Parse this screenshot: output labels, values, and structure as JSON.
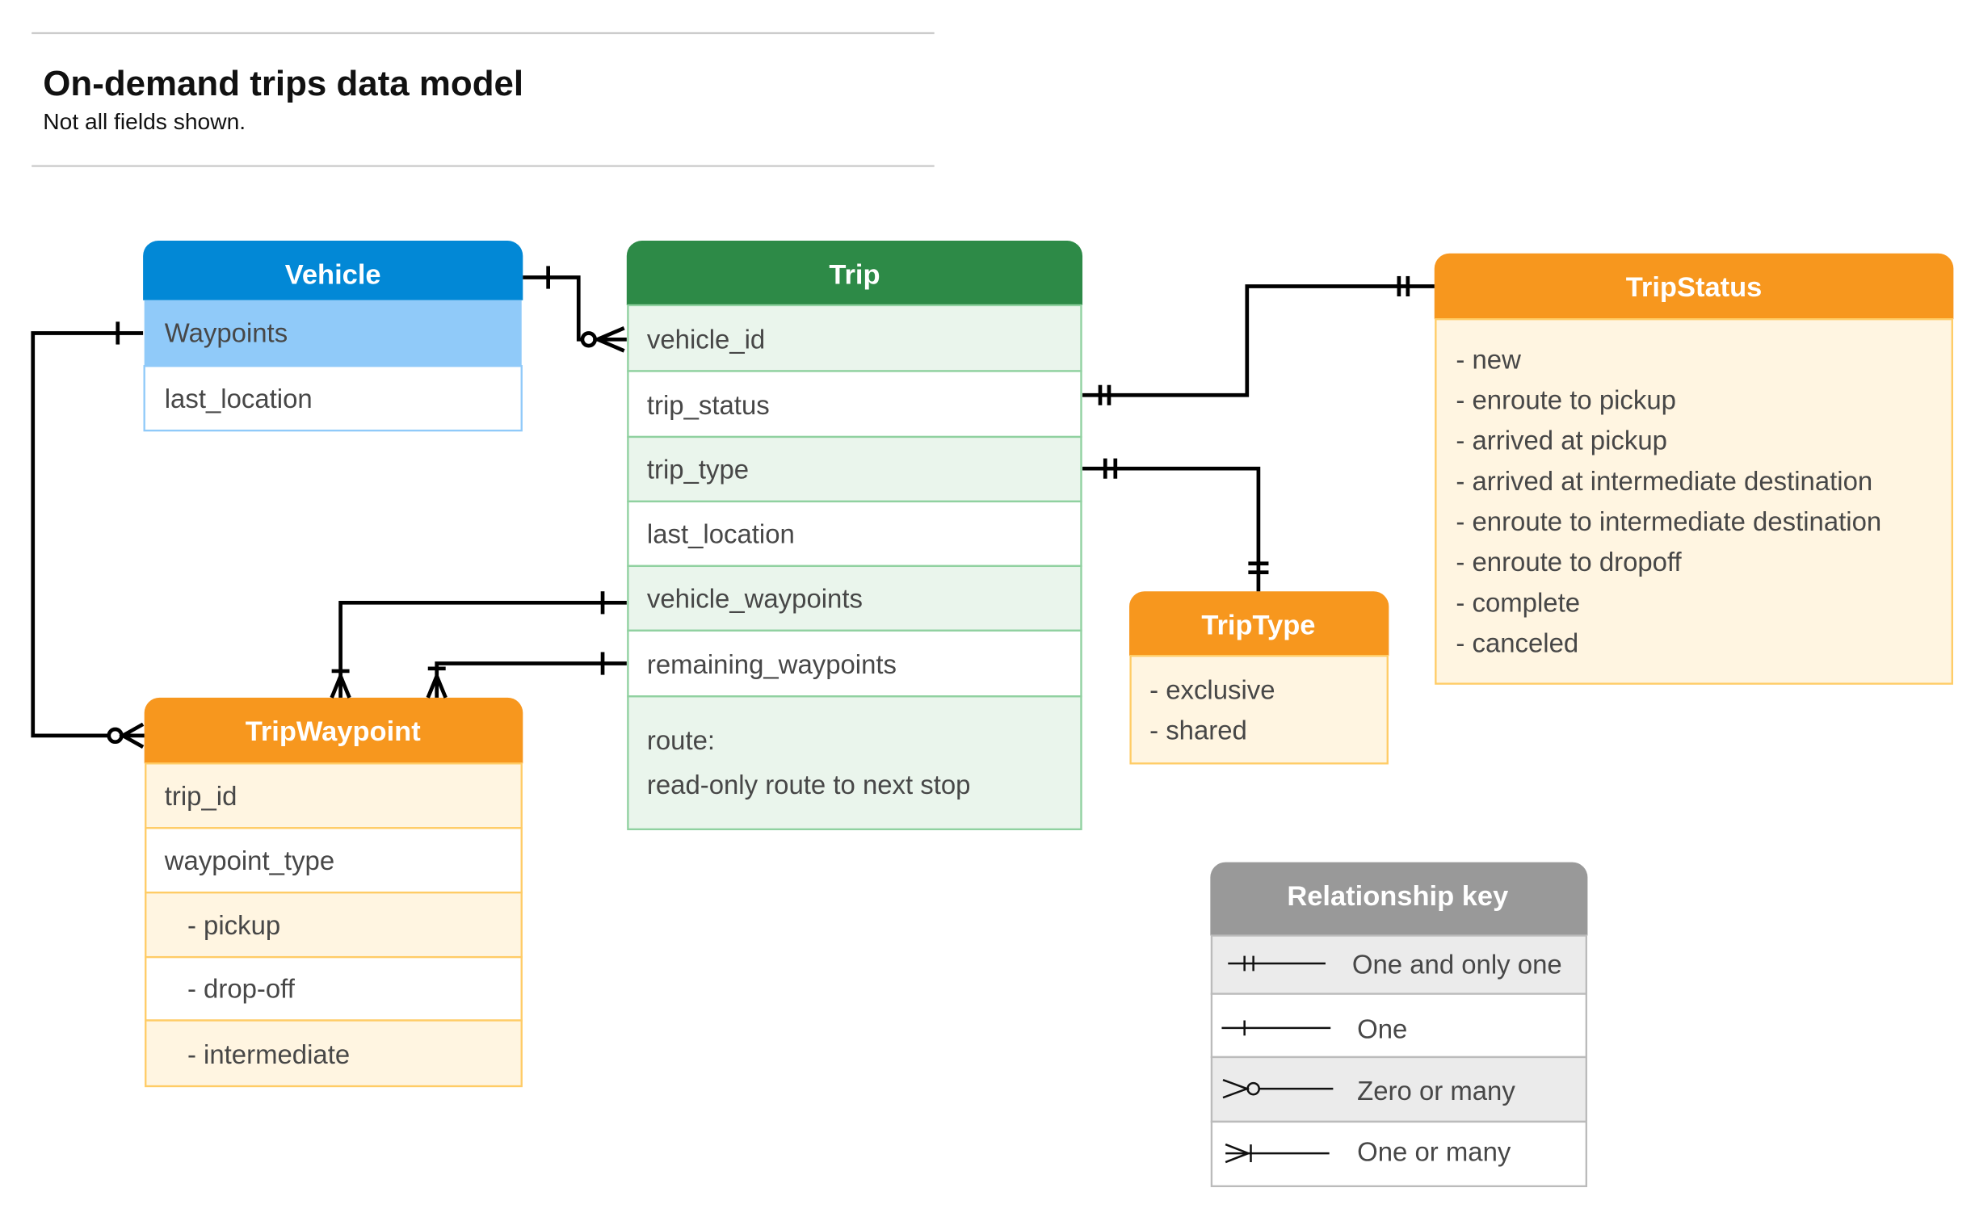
{
  "title": "On-demand trips data model",
  "subtitle": "Not all fields shown.",
  "colors": {
    "vehicle": "#0288D6",
    "vehicle_highlight": "#90CAF9",
    "trip": "#2D8A47",
    "trip_row": "#EAF5EC",
    "orange": "#F7971E",
    "cream": "#FFF5E1",
    "key": "#999999"
  },
  "vehicle": {
    "title": "Vehicle",
    "fields": [
      "Waypoints",
      "last_location"
    ]
  },
  "trip": {
    "title": "Trip",
    "fields": [
      "vehicle_id",
      "trip_status",
      "trip_type",
      "last_location",
      "vehicle_waypoints",
      "remaining_waypoints"
    ],
    "route_label": "route:",
    "route_desc": "read-only route to next stop"
  },
  "trip_status": {
    "title": "TripStatus",
    "values": [
      "- new",
      "- enroute to pickup",
      "- arrived at pickup",
      "- arrived at intermediate destination",
      "- enroute to intermediate destination",
      "- enroute to dropoff",
      "- complete",
      "- canceled"
    ]
  },
  "trip_type": {
    "title": "TripType",
    "values": [
      "- exclusive",
      "- shared"
    ]
  },
  "trip_waypoint": {
    "title": "TripWaypoint",
    "fields": [
      "trip_id",
      "waypoint_type",
      "-  pickup",
      "-  drop-off",
      "-  intermediate"
    ]
  },
  "key": {
    "title": "Relationship key",
    "items": [
      {
        "icon": "one-and-only-one",
        "label": "One and only one"
      },
      {
        "icon": "one",
        "label": "One"
      },
      {
        "icon": "zero-or-many",
        "label": "Zero or many"
      },
      {
        "icon": "one-or-many",
        "label": "One or many"
      }
    ]
  }
}
